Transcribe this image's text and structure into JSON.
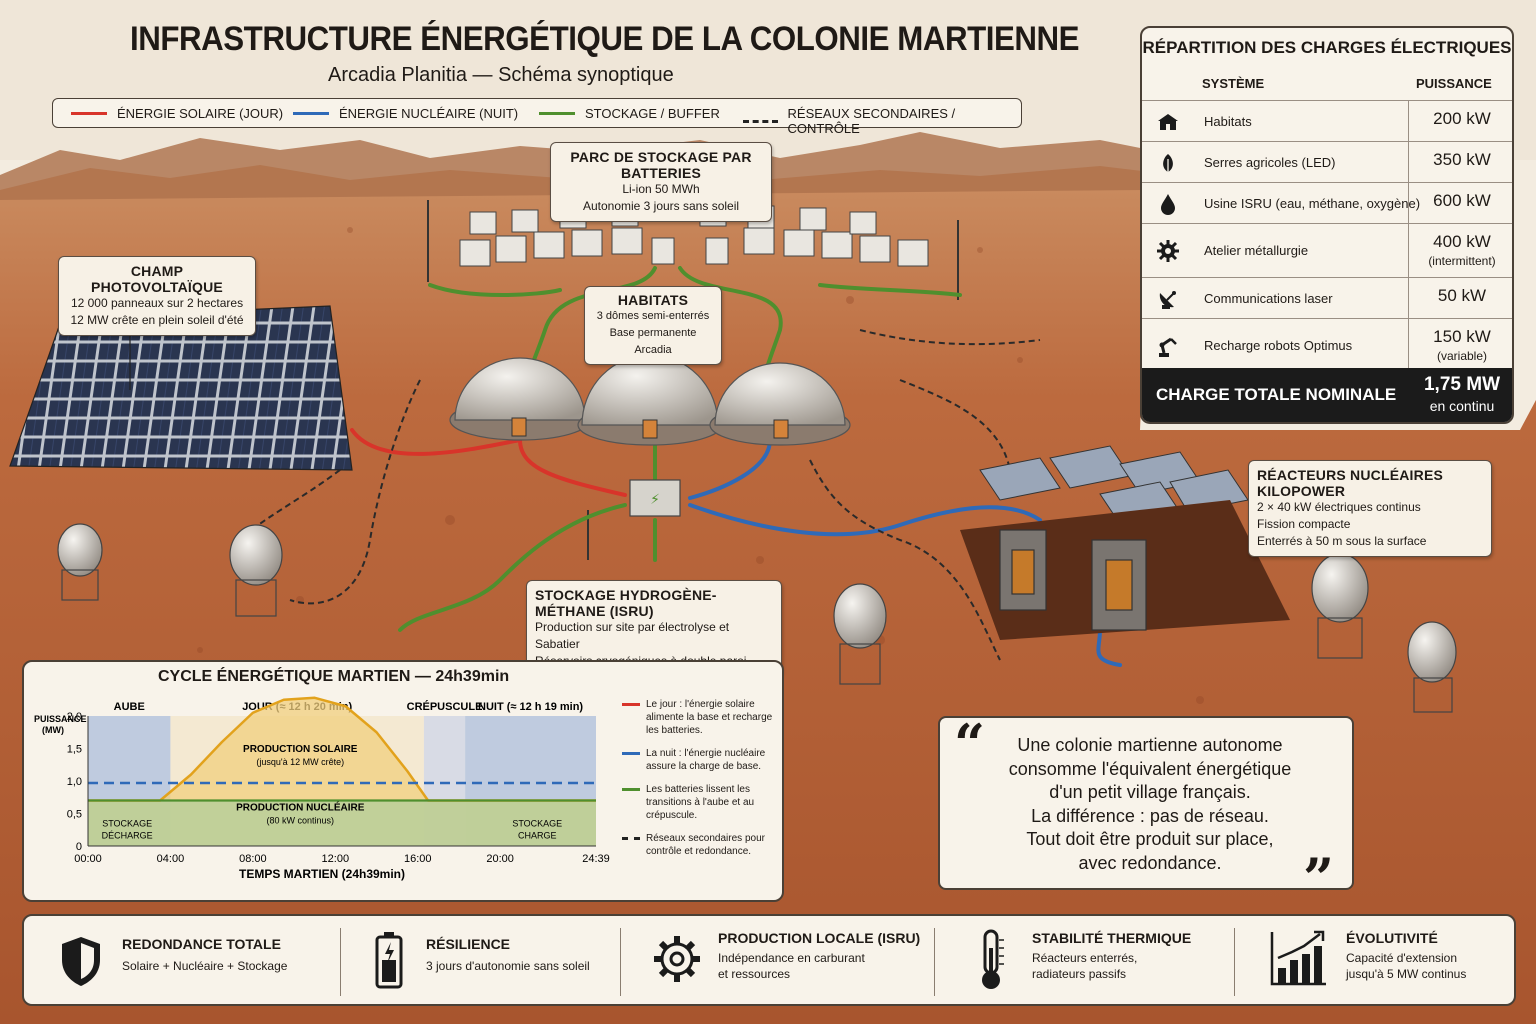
{
  "title": "INFRASTRUCTURE ÉNERGÉTIQUE DE LA COLONIE MARTIENNE",
  "subtitle": "Arcadia Planitia — Schéma synoptique",
  "legend": [
    {
      "label": "ÉNERGIE SOLAIRE (JOUR)",
      "color": "#d8342a",
      "style": "solid"
    },
    {
      "label": "ÉNERGIE NUCLÉAIRE (NUIT)",
      "color": "#2f6ab8",
      "style": "solid"
    },
    {
      "label": "STOCKAGE / BUFFER",
      "color": "#4f8f2e",
      "style": "solid"
    },
    {
      "label": "RÉSEAUX SECONDAIRES / CONTRÔLE",
      "color": "#222222",
      "style": "dashed"
    }
  ],
  "callouts": {
    "batteries": {
      "title": "PARC DE STOCKAGE PAR BATTERIES",
      "lines": [
        "Li-ion 50 MWh",
        "Autonomie 3 jours sans soleil"
      ]
    },
    "pv": {
      "title": "CHAMP PHOTOVOLTAÏQUE",
      "lines": [
        "12 000 panneaux sur 2 hectares",
        "12 MW crête en plein soleil d'été"
      ]
    },
    "habitats": {
      "title": "HABITATS",
      "lines": [
        "3 dômes semi-enterrés",
        "Base permanente Arcadia"
      ]
    },
    "hydrogen": {
      "title": "STOCKAGE HYDROGÈNE-MÉTHANE (ISRU)",
      "lines": [
        "Production sur site par électrolyse et Sabatier",
        "Réservoirs cryogéniques à double paroi"
      ]
    },
    "reactors": {
      "title": "RÉACTEURS NUCLÉAIRES KILOPOWER",
      "lines": [
        "2 × 40 kW électriques continus",
        "Fission compacte",
        "Enterrés à 50 m sous la surface"
      ]
    }
  },
  "loads": {
    "title": "RÉPARTITION DES CHARGES ÉLECTRIQUES",
    "col_system": "SYSTÈME",
    "col_power": "PUISSANCE",
    "rows": [
      {
        "icon": "house-icon",
        "name": "Habitats",
        "power": "200 kW",
        "note": ""
      },
      {
        "icon": "leaf-icon",
        "name": "Serres agricoles (LED)",
        "power": "350 kW",
        "note": ""
      },
      {
        "icon": "drop-icon",
        "name": "Usine ISRU (eau, méthane, oxygène)",
        "power": "600 kW",
        "note": ""
      },
      {
        "icon": "gear-icon",
        "name": "Atelier métallurgie",
        "power": "400 kW",
        "note": "(intermittent)"
      },
      {
        "icon": "satellite-dish-icon",
        "name": "Communications laser",
        "power": "50 kW",
        "note": ""
      },
      {
        "icon": "robot-arm-icon",
        "name": "Recharge robots Optimus",
        "power": "150 kW",
        "note": "(variable)"
      }
    ],
    "total_label": "CHARGE TOTALE NOMINALE",
    "total_value": "1,75 MW",
    "total_note": "en continu"
  },
  "cycle": {
    "title": "CYCLE ÉNERGÉTIQUE MARTIEN — 24h39min",
    "phases": [
      "AUBE",
      "JOUR (≈ 12 h 20 min)",
      "CRÉPUSCULE",
      "NUIT (≈ 12 h 19 min)"
    ],
    "ylabel": "PUISSANCE (MW)",
    "xlabel": "TEMPS MARTIEN (24h39min)",
    "solar_label": "PRODUCTION SOLAIRE",
    "solar_note": "(jusqu'à 12 MW crête)",
    "nuclear_label": "PRODUCTION NUCLÉAIRE",
    "nuclear_note": "(80 kW continus)",
    "discharge_label": [
      "STOCKAGE",
      "DÉCHARGE"
    ],
    "charge_label": [
      "STOCKAGE",
      "CHARGE"
    ],
    "notes": [
      {
        "color": "#d8342a",
        "style": "solid",
        "text": "Le jour : l'énergie solaire alimente la base et recharge les batteries."
      },
      {
        "color": "#2f6ab8",
        "style": "solid",
        "text": "La nuit : l'énergie nucléaire assure la charge de base."
      },
      {
        "color": "#4f8f2e",
        "style": "solid",
        "text": "Les batteries lissent les transitions à l'aube et au crépuscule."
      },
      {
        "color": "#222222",
        "style": "dashed",
        "text": "Réseaux secondaires pour contrôle et redondance."
      }
    ]
  },
  "chart_data": {
    "type": "area",
    "xlabel": "TEMPS MARTIEN (24h39min)",
    "ylabel": "PUISSANCE (MW)",
    "xticks": [
      "00:00",
      "04:00",
      "08:00",
      "12:00",
      "16:00",
      "20:00",
      "24:39"
    ],
    "yticks": [
      "0",
      "0,5",
      "1,0",
      "1,5",
      "2,0"
    ],
    "xlim": [
      0,
      24.65
    ],
    "ylim": [
      0,
      2.0
    ],
    "phases": [
      {
        "name": "AUBE",
        "x": [
          0,
          4
        ]
      },
      {
        "name": "JOUR (≈ 12 h 20 min)",
        "x": [
          4,
          16.3
        ]
      },
      {
        "name": "CRÉPUSCULE",
        "x": [
          16.3,
          18.3
        ]
      },
      {
        "name": "NUIT (≈ 12 h 19 min)",
        "x": [
          18.3,
          24.65
        ]
      }
    ],
    "series": [
      {
        "name": "PRODUCTION SOLAIRE",
        "color": "#e2a21c",
        "x": [
          0,
          3.5,
          5,
          6.5,
          8,
          9.5,
          11,
          12.5,
          14,
          15.5,
          16.5,
          24.65
        ],
        "y": [
          0.7,
          0.7,
          1.1,
          1.6,
          2.05,
          2.25,
          2.28,
          2.15,
          1.75,
          1.15,
          0.7,
          0.7
        ]
      },
      {
        "name": "PRODUCTION NUCLÉAIRE",
        "color": "#2f6ab8",
        "x": [
          0,
          24.65
        ],
        "y": [
          0.97,
          0.97
        ]
      },
      {
        "name": "STOCKAGE",
        "color": "#4f8f2e",
        "x": [
          0,
          24.65
        ],
        "y": [
          0.7,
          0.7
        ]
      }
    ]
  },
  "quote": {
    "open": "“",
    "close": "”",
    "lines": [
      "Une colonie martienne autonome",
      "consomme l'équivalent énergétique",
      "d'un petit village français.",
      "La différence : pas de réseau.",
      "Tout doit être produit sur place,",
      "avec redondance."
    ]
  },
  "features": [
    {
      "icon": "shield-icon",
      "title": "REDONDANCE TOTALE",
      "lines": [
        "Solaire + Nucléaire + Stockage"
      ]
    },
    {
      "icon": "battery-icon",
      "title": "RÉSILIENCE",
      "lines": [
        "3 jours d'autonomie sans soleil"
      ]
    },
    {
      "icon": "gear-icon",
      "title": "PRODUCTION LOCALE (ISRU)",
      "lines": [
        "Indépendance en carburant",
        "et ressources"
      ]
    },
    {
      "icon": "thermometer-icon",
      "title": "STABILITÉ THERMIQUE",
      "lines": [
        "Réacteurs enterrés,",
        "radiateurs passifs"
      ]
    },
    {
      "icon": "growth-chart-icon",
      "title": "ÉVOLUTIVITÉ",
      "lines": [
        "Capacité d'extension",
        "jusqu'à 5 MW continus"
      ]
    }
  ],
  "colors": {
    "ground": "#b9653a",
    "ground_dark": "#8e4424",
    "sky": "#efe6d8",
    "solar": "#d8342a",
    "nuclear": "#2f6ab8",
    "storage": "#4f8f2e"
  }
}
